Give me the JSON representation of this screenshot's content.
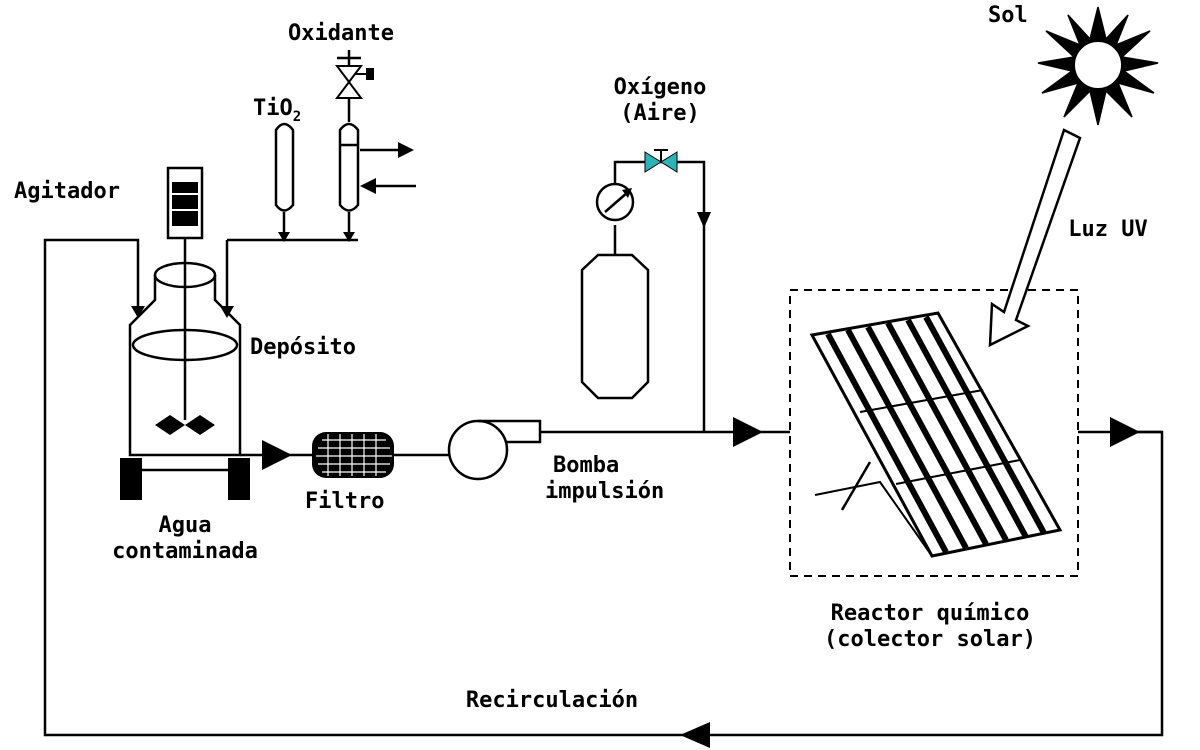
{
  "labels": {
    "agitador": "Agitador",
    "tio2_main": "TiO",
    "tio2_sub": "2",
    "oxidante": "Oxidante",
    "deposito": "Depósito",
    "agua_line1": "Agua",
    "agua_line2": "contaminada",
    "filtro": "Filtro",
    "bomba_line1": "Bomba",
    "bomba_line2": "impulsión",
    "oxigeno_line1": "Oxígeno",
    "oxigeno_line2": "(Aire)",
    "sol": "Sol",
    "luz_uv": "Luz UV",
    "reactor_line1": "Reactor químico",
    "reactor_line2": "(colector solar)",
    "recirculacion": "Recirculación"
  },
  "colors": {
    "line": "#000000",
    "valve_oxygen": "#2bb3b8"
  }
}
